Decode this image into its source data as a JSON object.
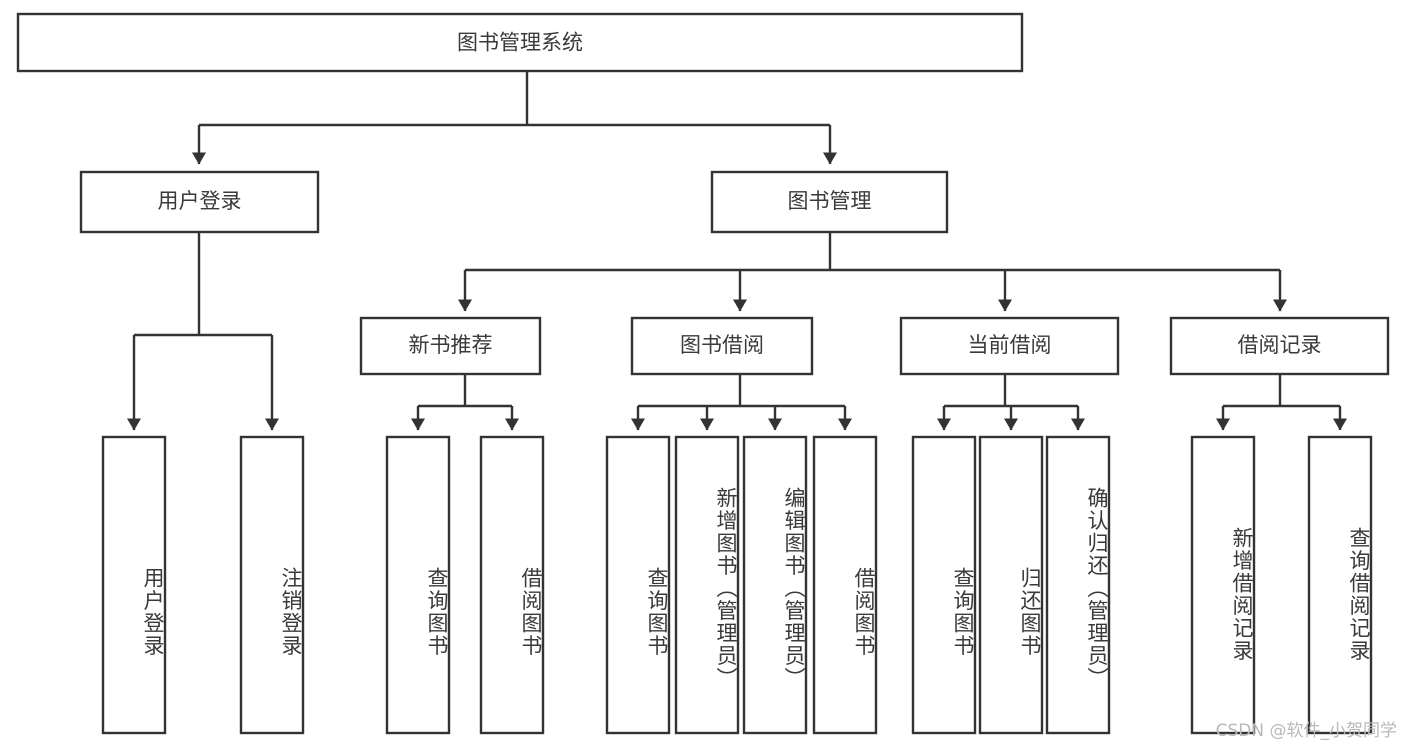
{
  "diagram": {
    "title": "图书管理系统",
    "type": "tree-hierarchy",
    "watermark": "CSDN @软件_小贺同学",
    "colors": {
      "stroke": "#333333",
      "fill": "#ffffff",
      "text": "#3a3a3a",
      "watermark": "#b9b9b9",
      "background": "#ffffff"
    },
    "root": {
      "label": "图书管理系统"
    },
    "level2": [
      {
        "label": "用户登录"
      },
      {
        "label": "图书管理"
      }
    ],
    "level3": [
      {
        "label": "新书推荐"
      },
      {
        "label": "图书借阅"
      },
      {
        "label": "当前借阅"
      },
      {
        "label": "借阅记录"
      }
    ],
    "leaves": {
      "user_login": [
        {
          "label": "用户登录"
        },
        {
          "label": "注销登录"
        }
      ],
      "new_book_recommend": [
        {
          "label": "查询图书"
        },
        {
          "label": "借阅图书"
        }
      ],
      "book_borrow": [
        {
          "label": "查询图书"
        },
        {
          "label": "新增图书（管理员）"
        },
        {
          "label": "编辑图书（管理员）"
        },
        {
          "label": "借阅图书"
        }
      ],
      "current_borrow": [
        {
          "label": "查询图书"
        },
        {
          "label": "归还图书"
        },
        {
          "label": "确认归还（管理员）"
        }
      ],
      "borrow_record": [
        {
          "label": "新增借阅记录"
        },
        {
          "label": "查询借阅记录"
        }
      ]
    }
  }
}
